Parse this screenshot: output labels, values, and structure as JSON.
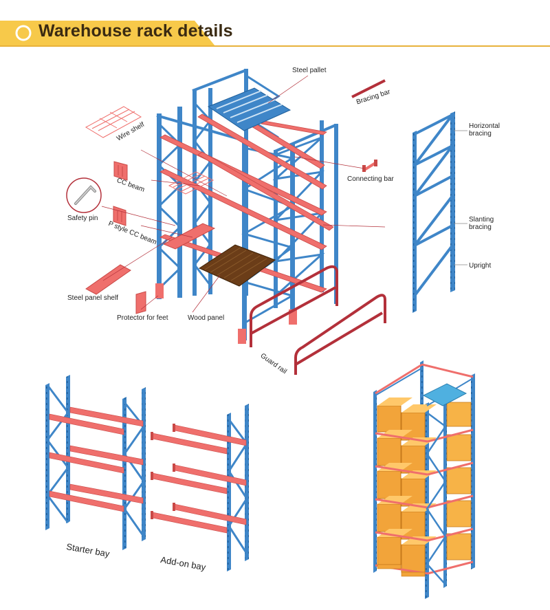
{
  "header": {
    "title": "Warehouse rack details",
    "band_color": "#f7c94a",
    "line_color": "#e8b23a"
  },
  "colors": {
    "upright": "#3f86c8",
    "beam": "#ef6f6c",
    "wood": "#6b3d18",
    "guard_rail": "#b3303a",
    "carton": "#f2a43a",
    "pallet": "#3f86c8"
  },
  "labels": {
    "steel_pallet": "Steel pallet",
    "bracing_bar": "Bracing bar",
    "wire_shelf": "Wire shelf",
    "cc_beam": "CC beam",
    "connecting_bar": "Connecting bar",
    "safety_pin": "Safety pin",
    "p_style_cc_beam": "P style CC beam",
    "steel_panel_shelf": "Steel panel shelf",
    "protector_for_feet": "Protector for feet",
    "wood_panel": "Wood panel",
    "guard_rail": "Guard rail",
    "horizontal_bracing": "Horizontal\nbracing",
    "slanting_bracing": "Slanting\nbracing",
    "upright": "Upright",
    "starter_bay": "Starter bay",
    "add_on_bay": "Add-on bay"
  }
}
